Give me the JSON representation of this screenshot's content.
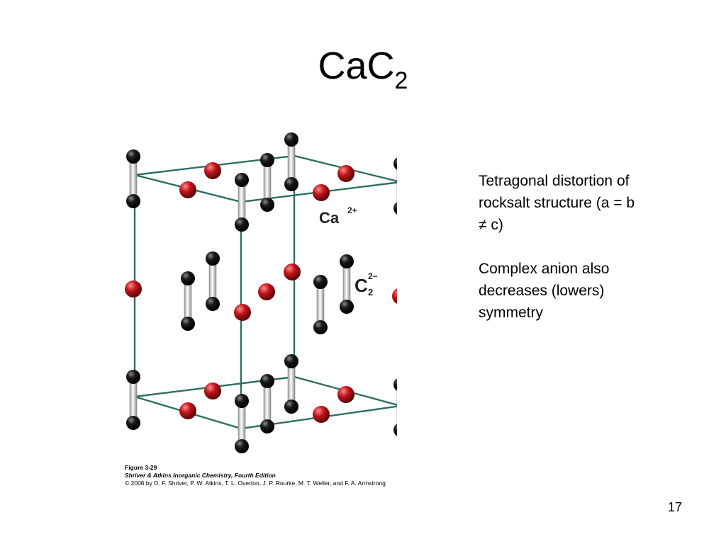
{
  "slide": {
    "title_main": "CaC",
    "title_sub": "2",
    "page_number": "17"
  },
  "figure": {
    "label_ca": "Ca",
    "label_ca_charge": "2+",
    "label_c": "C",
    "label_c_sub": "2",
    "label_c_charge": "2−",
    "caption_line1": "Figure 3-29",
    "caption_line2": "Shriver & Atkins Inorganic Chemistry, Fourth Edition",
    "caption_line3": "© 2006 by D. F. Shriver, P. W. Atkins, T. L. Overton, J. P. Rourke, M. T. Weller, and F. A. Armstrong",
    "colors": {
      "cell_edge": "#2e6e64",
      "ca_atom": "#c0141a",
      "c_atom": "#111111",
      "bond": "#e6e6e6"
    }
  },
  "notes": {
    "para1": "Tetragonal distortion of rocksalt structure (a = b ≠ c)",
    "para2": "Complex anion also decreases (lowers) symmetry"
  }
}
